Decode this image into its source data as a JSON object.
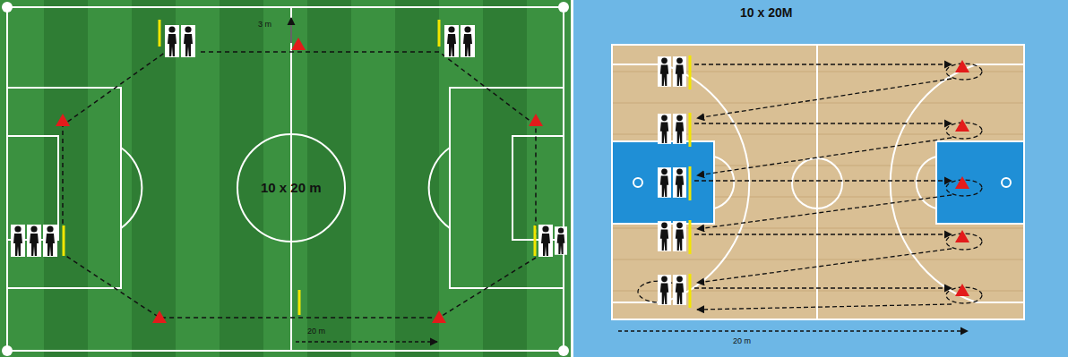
{
  "diagram": {
    "labels": [
      "3 m",
      "10 x 20 m",
      "20 m",
      "10 x 20M",
      "20 m"
    ]
  }
}
